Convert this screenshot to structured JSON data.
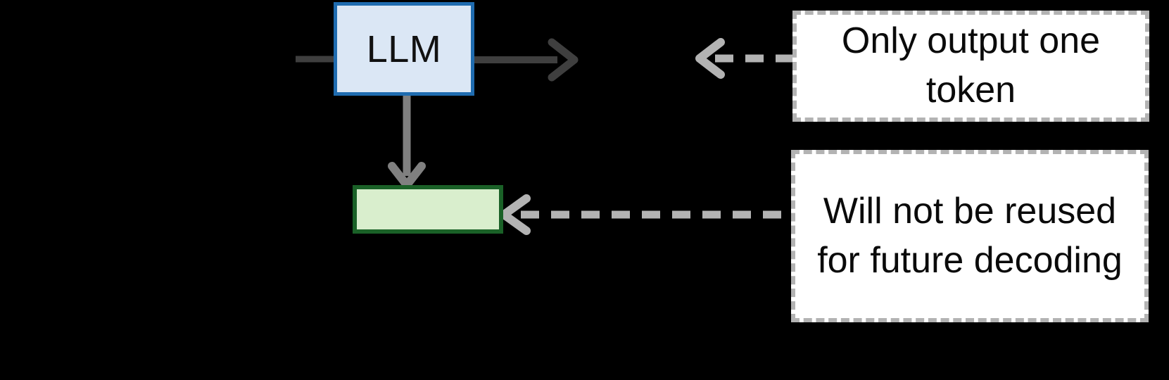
{
  "diagram": {
    "title": "LLM single-token decoding annotation",
    "background_color": "#000000",
    "nodes": [
      {
        "id": "llm",
        "label": "LLM",
        "shape": "rectangle",
        "fill_color": "#dbe7f5",
        "border_color": "#1f6cb0"
      },
      {
        "id": "output-token",
        "label": "",
        "shape": "rectangle",
        "fill_color": "#d9eecd",
        "border_color": "#1a6127"
      }
    ],
    "callouts": [
      {
        "id": "only-output-one-token",
        "text": "Only output one token",
        "fill_color": "#ffffff",
        "border_color": "#b3b3b3",
        "border_style": "dashed",
        "points_to": "llm-output-arrow"
      },
      {
        "id": "no-reuse-for-future-decoding",
        "text": "Will not be reused for future decoding",
        "fill_color": "#ffffff",
        "border_color": "#b3b3b3",
        "border_style": "dashed",
        "points_to": "output-token"
      }
    ],
    "connectors": [
      {
        "id": "input-line",
        "from": "",
        "to": "llm",
        "style": "solid",
        "color": "#3f3f3f",
        "arrowhead": "none"
      },
      {
        "id": "llm-output-arrow",
        "from": "llm",
        "to": "",
        "style": "solid",
        "color": "#3f3f3f",
        "arrowhead": "right"
      },
      {
        "id": "llm-to-token-arrow",
        "from": "llm",
        "to": "output-token",
        "style": "solid",
        "color": "#808080",
        "arrowhead": "down"
      },
      {
        "id": "callout1-arrow",
        "from": "only-output-one-token",
        "to": "llm-output-arrow",
        "style": "dashed",
        "color": "#b3b3b3",
        "arrowhead": "left"
      },
      {
        "id": "callout2-arrow",
        "from": "no-reuse-for-future-decoding",
        "to": "output-token",
        "style": "dashed",
        "color": "#b3b3b3",
        "arrowhead": "left"
      }
    ]
  }
}
